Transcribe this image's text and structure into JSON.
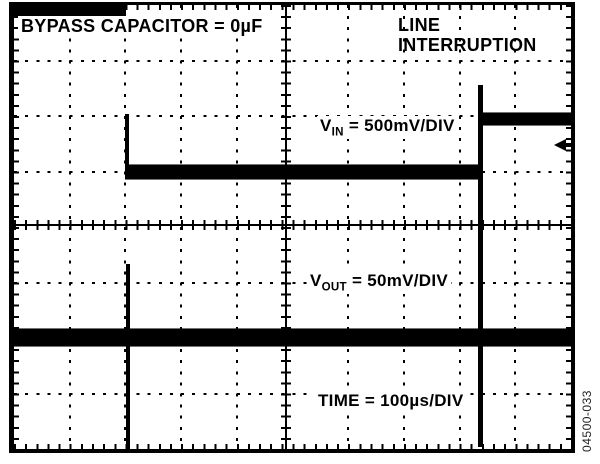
{
  "figure": {
    "bypass_label": "BYPASS CAPACITOR = 0µF",
    "event": {
      "line1": "LINE",
      "line2": "INTERRUPTION"
    },
    "vin_label": {
      "prefix": "V",
      "sub": "IN",
      "suffix": " = 500mV/DIV"
    },
    "vout_label": {
      "prefix": "V",
      "sub": "OUT",
      "suffix": " = 50mV/DIV"
    },
    "time_label": "TIME = 100µs/DIV",
    "figure_number": "04500-033",
    "colors": {
      "trace": "#000000",
      "grid": "#000000",
      "background": "#ffffff"
    }
  },
  "chart_data": {
    "type": "line",
    "title": "Line Interruption Transient Response, Bypass Capacitor = 0µF",
    "grid": {
      "x_divisions": 10,
      "y_divisions": 8,
      "style": "oscilloscope graticule: dotted division lines, solid ruler-tick center axes, ticked border"
    },
    "x_axis": {
      "label": "TIME",
      "scale_per_div": "100µs"
    },
    "series": [
      {
        "name": "VIN",
        "scale_per_div": "500mV",
        "units": "screen divisions measured from top of graticule",
        "points_x_div": [
          0,
          2.05,
          2.05,
          8.35,
          8.35,
          8.42,
          8.42,
          10
        ],
        "points_y_div": [
          2.05,
          2.05,
          3.0,
          3.0,
          1.45,
          1.45,
          2.07,
          2.07
        ],
        "description": "Input rail high for ~2 div, steps down ~1 div (≈500mV) during a ~6.3 div (≈630µs) line interruption, returns high at ~8.35 div with a brief upward overshoot spike to 1.45 div"
      },
      {
        "name": "VOUT",
        "scale_per_div": "50mV",
        "units": "screen divisions measured from top of graticule",
        "baseline_y_div": 5.95,
        "transients": [
          {
            "x_div": 2.1,
            "peak_up_div": 4.65,
            "peak_down_div": 8.0,
            "note": "narrow spike at line interruption; bottom excursion clipped at screen edge"
          },
          {
            "x_div": 8.35,
            "peak_up_div": 1.45,
            "peak_down_div": 8.0,
            "note": "large spike at line restoration; bottom excursion clipped at screen edge"
          }
        ],
        "description": "Output flat at ~5.95 div with large narrow transient spikes at both interruption edges (no bypass capacitor)"
      }
    ],
    "annotations": [
      "BYPASS CAPACITOR = 0µF",
      "LINE INTERRUPTION",
      "VIN = 500mV/DIV",
      "VOUT = 50mV/DIV",
      "TIME = 100µs/DIV"
    ],
    "ground_marker": {
      "channel": "VIN",
      "y_div": 2.5,
      "position": "right edge, left-pointing arrow"
    },
    "legend_position": "none"
  }
}
